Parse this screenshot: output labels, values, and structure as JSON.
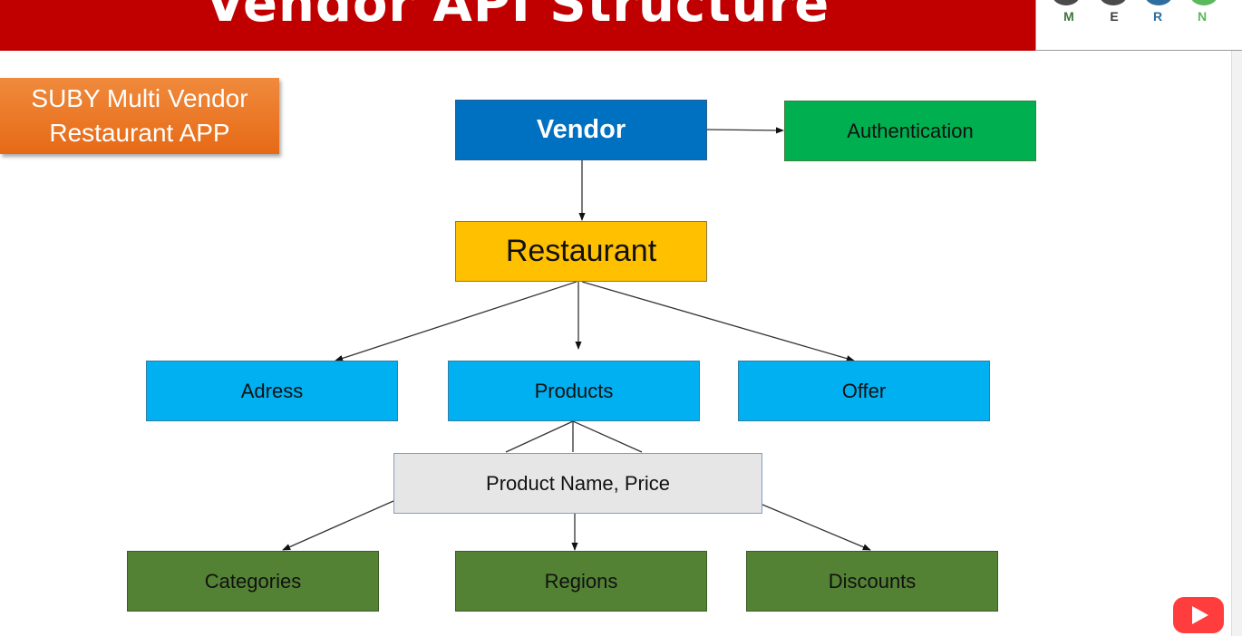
{
  "header": {
    "title": "Vendor API Structure"
  },
  "logo": {
    "letters": [
      "M",
      "E",
      "R",
      "N"
    ],
    "colors": [
      "#4a4a4a",
      "#4a4a4a",
      "#2e6e9e",
      "#5cb85c"
    ],
    "letter_colors": [
      "#3c763d",
      "#3c3c3c",
      "#2e6e9e",
      "#5cb85c"
    ]
  },
  "badge": {
    "line1": "SUBY Multi Vendor",
    "line2": "Restaurant APP"
  },
  "diagram": {
    "vendor": "Vendor",
    "authentication": "Authentication",
    "restaurant": "Restaurant",
    "adress": "Adress",
    "products": "Products",
    "offer": "Offer",
    "product_name_price": "Product Name, Price",
    "categories": "Categories",
    "regions": "Regions",
    "discounts": "Discounts"
  },
  "colors": {
    "header": "#c00000",
    "vendor": "#0070c0",
    "authentication": "#00b050",
    "restaurant": "#ffc000",
    "level2": "#00b0f0",
    "product_details": "#e6e6e6",
    "level4": "#548235",
    "badge": "#e66a16"
  },
  "icons": {
    "play": "youtube-play-icon"
  }
}
